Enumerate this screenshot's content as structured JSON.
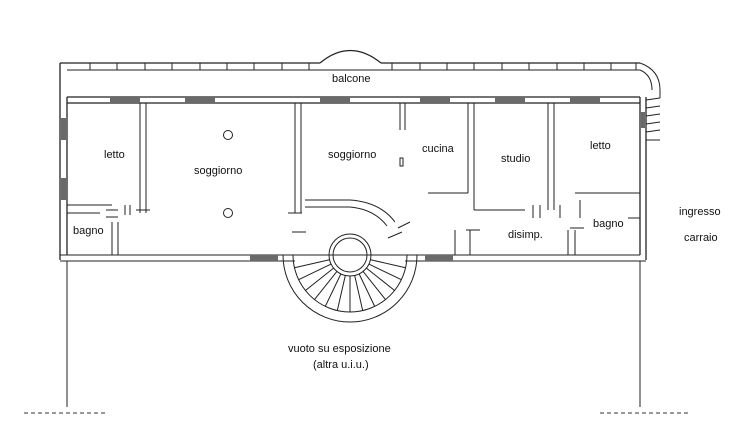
{
  "floor_plan": {
    "rooms": [
      {
        "id": "balcone",
        "label": "balcone"
      },
      {
        "id": "letto_left",
        "label": "letto"
      },
      {
        "id": "soggiorno_1",
        "label": "soggiorno"
      },
      {
        "id": "soggiorno_2",
        "label": "soggiorno"
      },
      {
        "id": "cucina",
        "label": "cucina"
      },
      {
        "id": "studio",
        "label": "studio"
      },
      {
        "id": "letto_right",
        "label": "letto"
      },
      {
        "id": "bagno_left",
        "label": "bagno"
      },
      {
        "id": "disimp",
        "label": "disimp."
      },
      {
        "id": "bagno_right",
        "label": "bagno"
      }
    ],
    "outside": {
      "ingresso_line1": "ingresso",
      "ingresso_line2": "carraio",
      "vuoto_line1": "vuoto su esposizione",
      "vuoto_line2": "(altra u.i.u.)"
    }
  }
}
